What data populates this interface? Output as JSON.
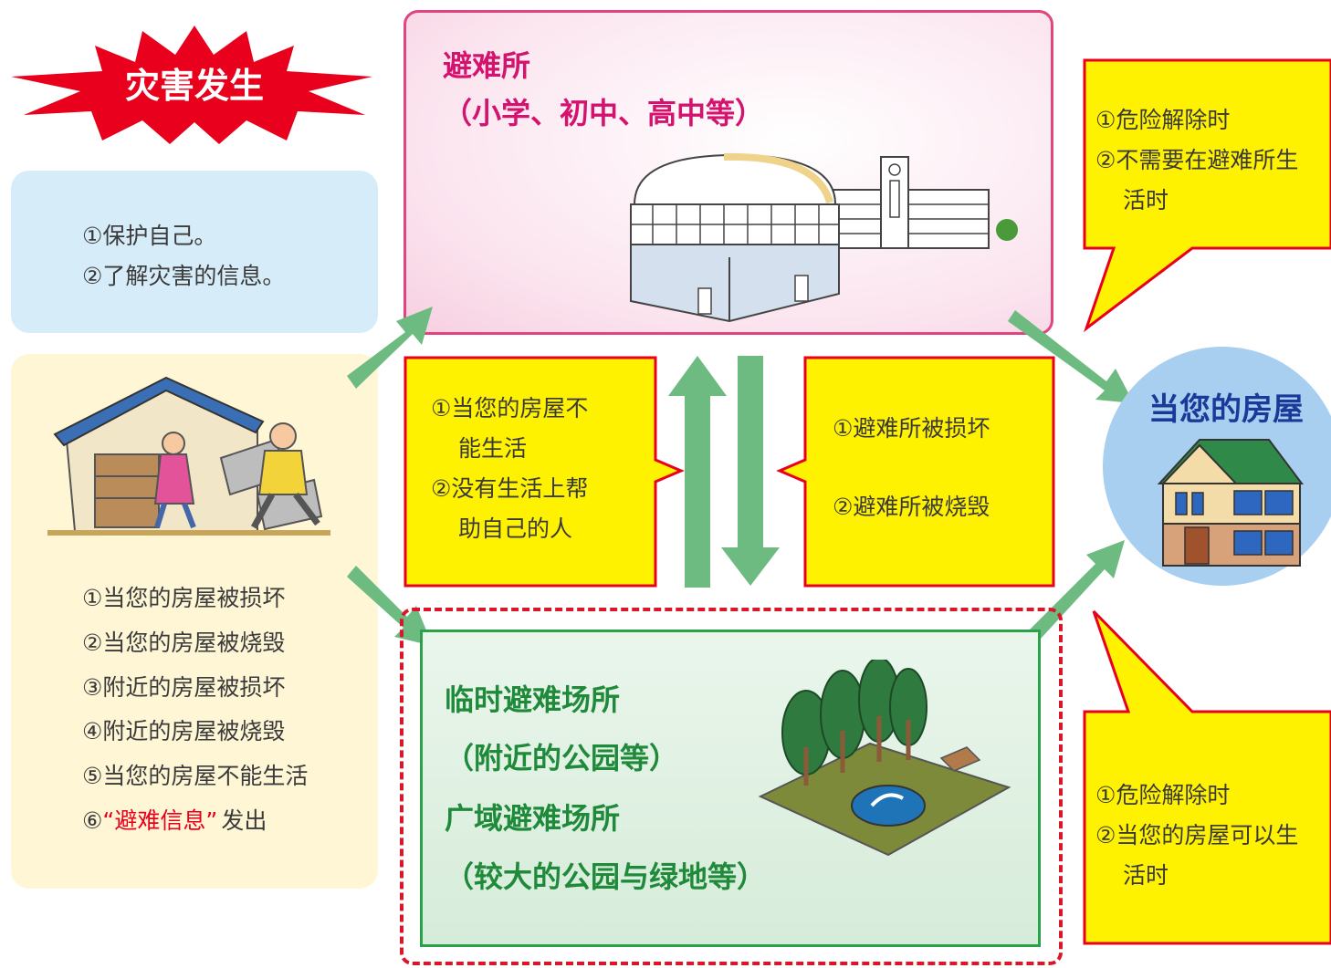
{
  "disaster": {
    "label": "灾害发生"
  },
  "blue_box": {
    "lines": [
      "①保护自己。",
      "②了解灾害的信息。"
    ]
  },
  "cream_box": {
    "lines": [
      "①当您的房屋被损坏",
      "②当您的房屋被烧毁",
      "③附近的房屋被损坏",
      "④附近的房屋被烧毁",
      "⑤当您的房屋不能生活"
    ],
    "last_prefix": "⑥",
    "last_highlight": "“避难信息”",
    "last_suffix": "发出"
  },
  "shelter": {
    "title": "避难所",
    "subtitle": "（小学、初中、高中等）"
  },
  "to_shelter_box": {
    "lines": [
      "①当您的房屋不",
      "能生活",
      "②没有生活上帮",
      "助自己的人"
    ]
  },
  "from_shelter_box": {
    "lines": [
      "①避难所被损坏",
      "②避难所被烧毁"
    ]
  },
  "top_right_box": {
    "lines": [
      "①危险解除时",
      "②不需要在避难所生",
      "活时"
    ]
  },
  "bottom_right_box": {
    "lines": [
      "①危险解除时",
      "②当您的房屋可以生",
      "活时"
    ]
  },
  "home": {
    "label": "当您的房屋"
  },
  "temp_area": {
    "lines": [
      "临时避难场所",
      "（附近的公园等）",
      "广域避难场所",
      "（较大的公园与绿地等）"
    ]
  },
  "colors": {
    "arrow": "#6dbb80",
    "alert_red": "#e8001c",
    "pink_border": "#e0457f",
    "yellow": "#fff200",
    "callout_border": "#e8001c",
    "green_border": "#2aa24a",
    "home_title": "#1a3a9a",
    "blue_box_bg": "#d6ecf8",
    "cream_box_bg": "#fff6d6"
  }
}
